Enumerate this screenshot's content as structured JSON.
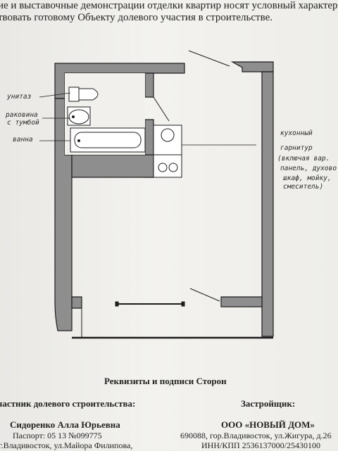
{
  "intro": {
    "line1": "ие и выставочные демонстрации отделки квартир носят условный характер",
    "line2": "твовать готовому Объекту долевого участия в строительстве."
  },
  "plan": {
    "labels": {
      "toilet": "унитаз",
      "sink_line1": "раковина",
      "sink_line2": "с тумбой",
      "bath": "ванна",
      "kitchen_line1": "кухонный",
      "kitchen_line2": "гарнитур",
      "kitchen_line3": "(включая вар.",
      "kitchen_line4": "панель, духово",
      "kitchen_line5": "шкаф, мойку,",
      "kitchen_line6": "смеситель)"
    }
  },
  "requisites": {
    "title": "Реквизиты и подписи Сторон",
    "left": {
      "heading": "частник долевого строительства:",
      "name": "Сидоренко Алла Юрьевна",
      "passport": "Паспорт: 05 13 №099775",
      "address": "г.Владивосток, ул.Майора Филипова,"
    },
    "right": {
      "heading": "Застройщик:",
      "company": "ООО «НОВЫЙ ДОМ»",
      "address": "690088, гор.Владивосток, ул.Жигура, д.26",
      "inn": "ИНН/КПП 2536137000/25430100"
    }
  }
}
